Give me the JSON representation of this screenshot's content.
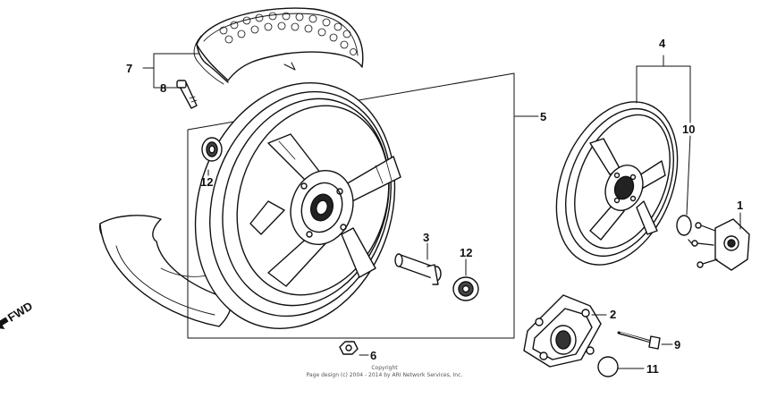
{
  "callouts": {
    "c1": "1",
    "c2": "2",
    "c3": "3",
    "c4": "4",
    "c5": "5",
    "c6": "6",
    "c7": "7",
    "c8": "8",
    "c9": "9",
    "c10": "10",
    "c11": "11",
    "c12a": "12",
    "c12b": "12"
  },
  "direction": {
    "label": "FWD",
    "icon": "arrow-left-down-icon"
  },
  "footer": {
    "copyright": "Copyright",
    "page_design": "Page design (c) 2004 - 2014 by ARI Network Services, Inc."
  }
}
